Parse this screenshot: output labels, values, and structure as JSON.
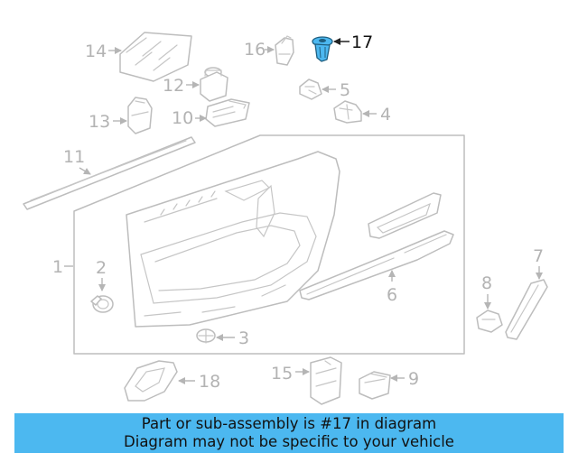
{
  "diagram": {
    "highlight_color": "#4cb8f0",
    "callouts": {
      "c1": "1",
      "c2": "2",
      "c3": "3",
      "c4": "4",
      "c5": "5",
      "c6": "6",
      "c7": "7",
      "c8": "8",
      "c9": "9",
      "c10": "10",
      "c11": "11",
      "c12": "12",
      "c13": "13",
      "c14": "14",
      "c15": "15",
      "c16": "16",
      "c17": "17",
      "c18": "18"
    },
    "highlighted_part": "17"
  },
  "banner": {
    "line1": "Part or sub-assembly is #17 in diagram",
    "line2": "Diagram may not be specific to your vehicle",
    "color": "#4cb8f0"
  }
}
